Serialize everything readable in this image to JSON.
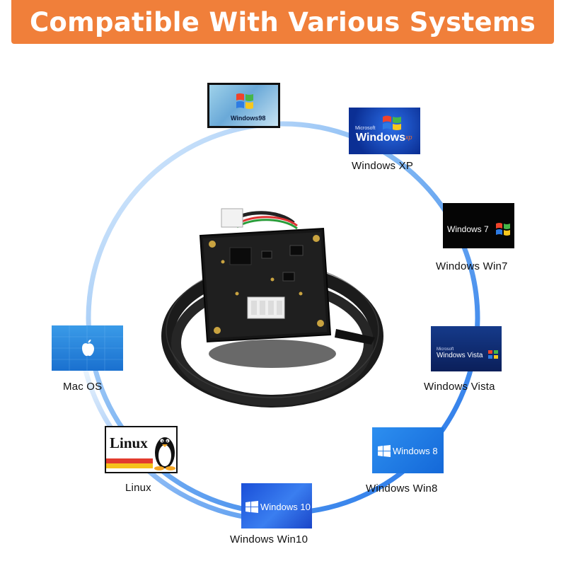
{
  "banner": {
    "title": "Compatible With Various Systems"
  },
  "colors": {
    "banner": "#f07f3a",
    "ring_start": "#cfe6fb",
    "ring_end": "#1a6fe8"
  },
  "systems": {
    "win98": {
      "logo_text": "Windows98",
      "label": ""
    },
    "winxp": {
      "logo_small": "Microsoft",
      "logo_text": "Windows",
      "logo_suffix": "xp",
      "label": "Windows XP"
    },
    "win7": {
      "logo_text": "Windows 7",
      "label": "Windows Win7"
    },
    "vista": {
      "logo_small": "Microsoft",
      "logo_text": "Windows Vista",
      "label": "Windows Vista"
    },
    "win8": {
      "logo_text": "Windows 8",
      "label": "Windows Win8"
    },
    "win10": {
      "logo_text": "Windows 10",
      "label": "Windows Win10"
    },
    "linux": {
      "logo_text": "Linux",
      "label": "Linux"
    },
    "macos": {
      "label": "Mac OS"
    }
  },
  "icons": {
    "product": "camera-module-board-icon",
    "apple": "apple-logo-icon",
    "windows": "windows-flag-icon",
    "tux": "tux-penguin-icon"
  }
}
